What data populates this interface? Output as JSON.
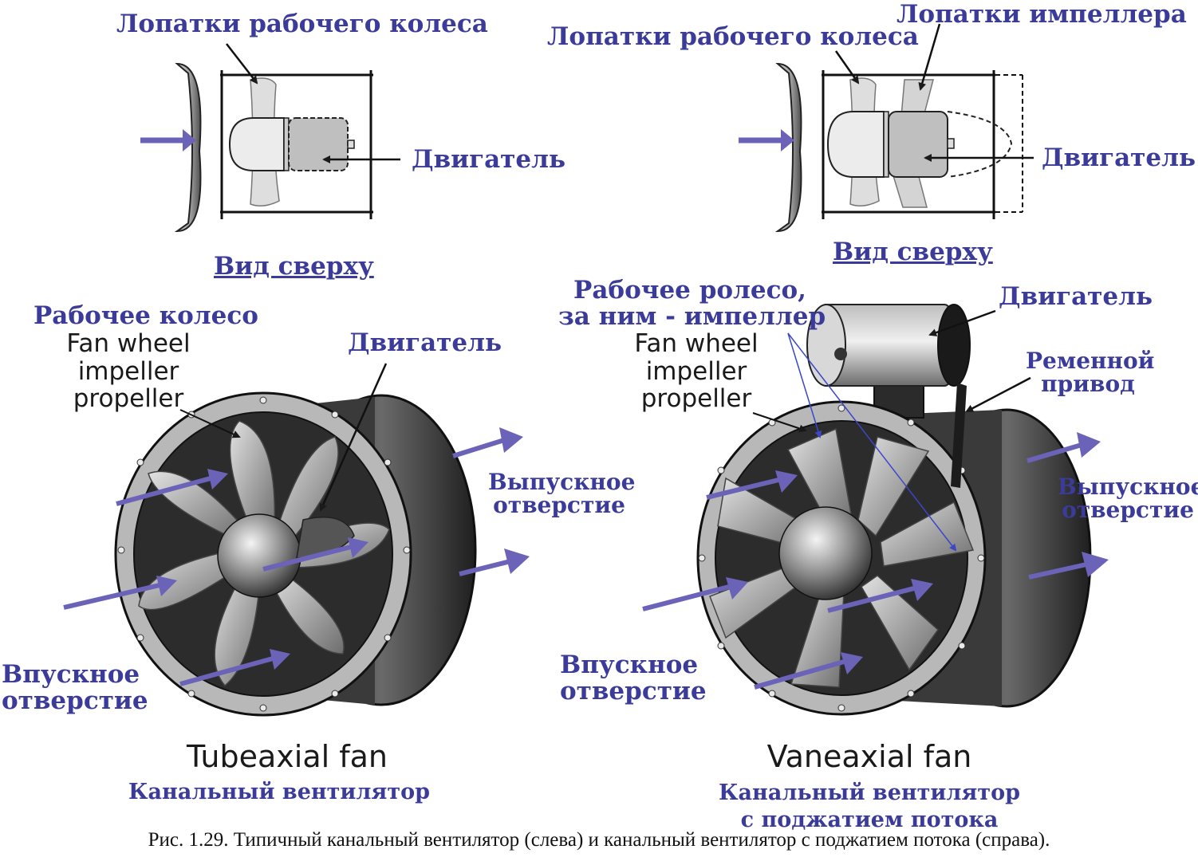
{
  "colors": {
    "label_blue": "#3b3b9a",
    "arrow_purple": "#6b63b8",
    "housing_dark": "#2e2e2e",
    "blade_gray": "#a9a9a9"
  },
  "top_left": {
    "blades_label": "Лопатки рабочего колеса",
    "motor_label": "Двигатель",
    "view_label": "Вид сверху"
  },
  "top_right": {
    "blades_label": "Лопатки рабочего колеса",
    "impeller_label": "Лопатки импеллера",
    "motor_label": "Двигатель",
    "view_label": "Вид сверху"
  },
  "tubeaxial": {
    "wheel_ru": "Рабочее колесо",
    "wheel_en": [
      "Fan wheel",
      "impeller",
      "propeller"
    ],
    "motor_label": "Двигатель",
    "outlet_label": [
      "Выпускное",
      "отверстие"
    ],
    "inlet_label": [
      "Впускное",
      "отверстие"
    ],
    "title_en": "Tubeaxial fan",
    "title_ru": "Канальный вентилятор"
  },
  "vaneaxial": {
    "wheel_ru": [
      "Рабочее ролесо,",
      "за ним - импеллер"
    ],
    "wheel_en": [
      "Fan wheel",
      "impeller",
      "propeller"
    ],
    "motor_label": "Двигатель",
    "belt_label": [
      "Ременной",
      "привод"
    ],
    "outlet_label": [
      "Выпускное",
      "отверстие"
    ],
    "inlet_label": [
      "Впускное",
      "отверстие"
    ],
    "title_en": "Vaneaxial fan",
    "title_ru": [
      "Канальный вентилятор",
      "с поджатием потока"
    ]
  },
  "caption": "Рис. 1.29. Типичный канальный вентилятор (слева) и канальный вентилятор с поджатием потока (справа)."
}
